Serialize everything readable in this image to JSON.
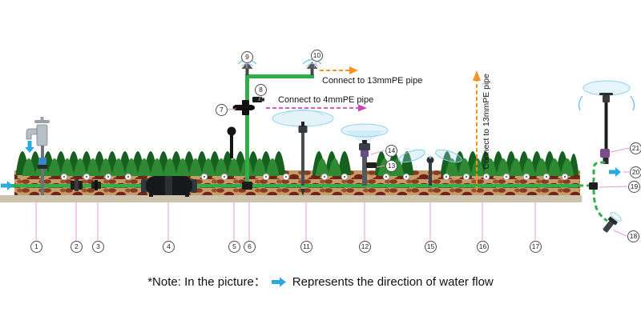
{
  "diagram": {
    "annotations": {
      "pe13_top": "Connect to 13mmPE pipe",
      "pe4_mid": "Connect to 4mmPE pipe",
      "pe13_right": "Connect to 13mmPE pipe"
    },
    "note": {
      "prefix": "*Note: In the picture：",
      "suffix": "Represents the direction of water flow"
    },
    "callouts": [
      "1",
      "2",
      "3",
      "4",
      "5",
      "6",
      "7",
      "8",
      "9",
      "10",
      "11",
      "12",
      "13",
      "14",
      "15",
      "16",
      "17",
      "18",
      "19",
      "20",
      "21"
    ],
    "colors": {
      "pipe_green": "#2fae4a",
      "flow_arrow_blue": "#29abe2",
      "pe_dash_orange": "#f7941d",
      "pe4_dash_magenta": "#cc44bb",
      "leader_pink": "#e897d4",
      "soil_brown": "#c79b6a",
      "hedge_green": "#2f8a34"
    }
  }
}
